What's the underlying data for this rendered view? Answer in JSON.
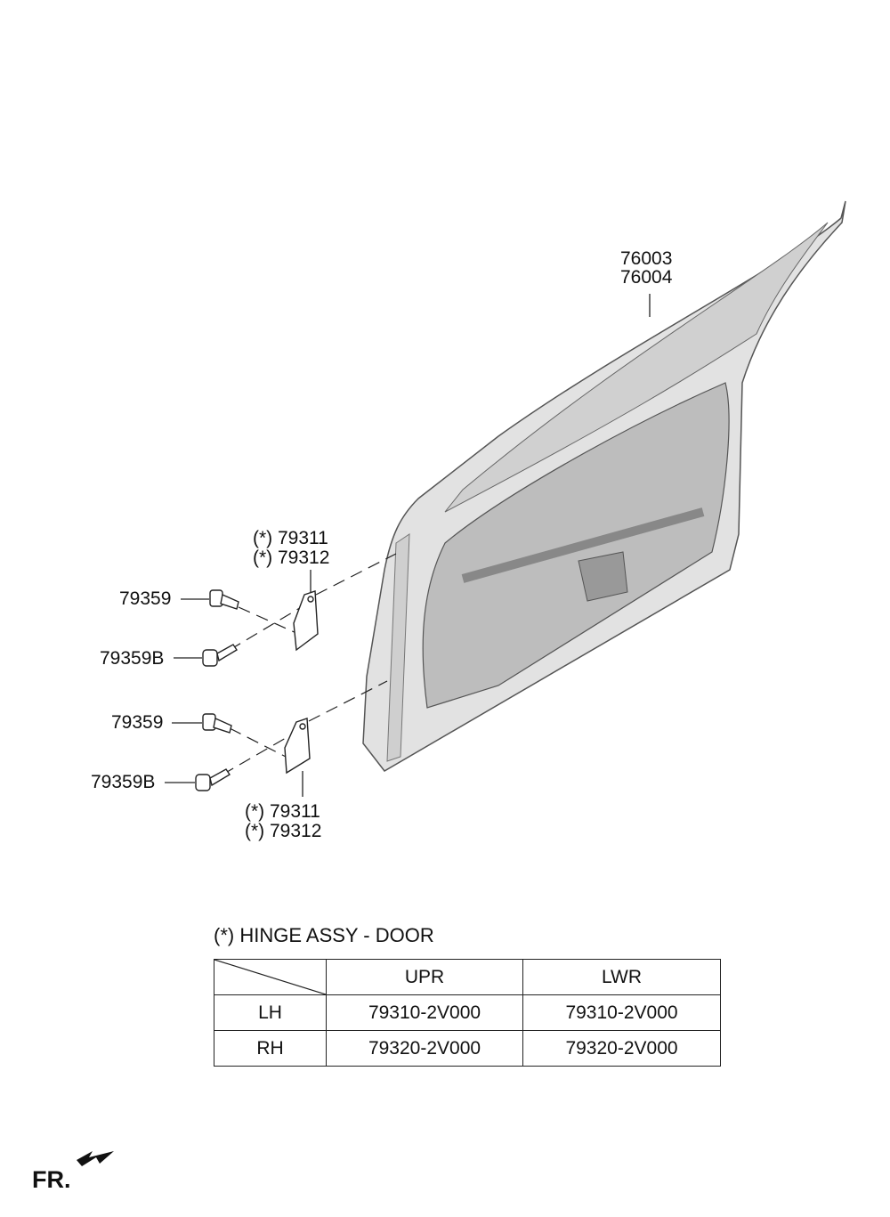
{
  "callouts": {
    "door_panel": [
      "76003",
      "76004"
    ],
    "upper_hinge": [
      "(*) 79311",
      "(*) 79312"
    ],
    "lower_hinge": [
      "(*) 79311",
      "(*) 79312"
    ],
    "upper_bolt": "79359",
    "upper_bolt_b": "79359B",
    "lower_bolt": "79359",
    "lower_bolt_b": "79359B"
  },
  "hinge_table": {
    "title": "(*) HINGE ASSY - DOOR",
    "columns": [
      "UPR",
      "LWR"
    ],
    "rows": [
      {
        "side": "LH",
        "upr": "79310-2V000",
        "lwr": "79310-2V000"
      },
      {
        "side": "RH",
        "upr": "79320-2V000",
        "lwr": "79320-2V000"
      }
    ]
  },
  "direction_label": "FR."
}
